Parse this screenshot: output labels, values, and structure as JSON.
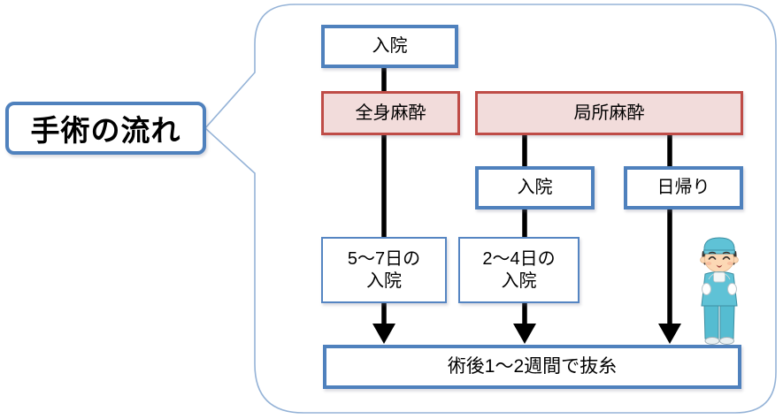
{
  "diagram": {
    "title": "手術の流れ",
    "nodes": {
      "admission_top": {
        "label": "入院"
      },
      "general_anesthesia": {
        "label": "全身麻酔"
      },
      "local_anesthesia": {
        "label": "局所麻酔"
      },
      "admission_local": {
        "label": "入院"
      },
      "day_surgery": {
        "label": "日帰り"
      },
      "stay_5_7": {
        "label": "5〜7日の入院",
        "lines": [
          "5〜7日の",
          "入院"
        ]
      },
      "stay_2_4": {
        "label": "2〜4日の入院",
        "lines": [
          "2〜4日の",
          "入院"
        ]
      },
      "suture_removal": {
        "label": "術後1〜2週間で抜糸"
      }
    },
    "icons": {
      "surgeon": "surgeon-in-scrubs-illustration"
    },
    "colors": {
      "blue_border": "#4f81bd",
      "thin_blue_border": "#5585c2",
      "red_border": "#bf4c47",
      "pink_fill": "#f2dcdb",
      "bubble_outline": "#95b3d7",
      "arrow": "#000000",
      "scrub_teal": "#5fc2d6"
    }
  }
}
